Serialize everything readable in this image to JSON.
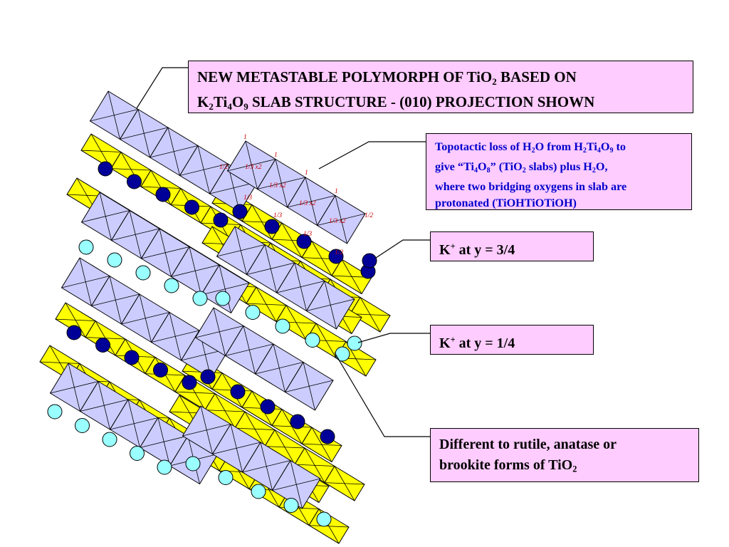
{
  "title_box": {
    "line1": {
      "a": "NEW METASTABLE POLYMORPH OF TiO",
      "s1": "2",
      "b": " BASED ON"
    },
    "line2": {
      "a": "K",
      "s1": "2",
      "b": "Ti",
      "s2": "4",
      "c": "O",
      "s3": "9",
      "d": " SLAB STRUCTURE - (010) PROJECTION SHOWN"
    }
  },
  "topotactic_box": {
    "line1": {
      "a": "Topotactic loss of H",
      "s1": "2",
      "b": "O from H",
      "s2": "2",
      "c": "Ti",
      "s3": "4",
      "d": "O",
      "s4": "9",
      "e": " to"
    },
    "line2": {
      "a": "give “Ti",
      "s1": "4",
      "b": "O",
      "s2": "8",
      "c": "” (TiO",
      "s3": "2",
      "d": " slabs) plus H",
      "s4": "2",
      "e": "O,"
    },
    "line3": "where two bridging oxygens in slab are",
    "line4": "protonated (TiOHTiOTiOH)"
  },
  "k34_box": {
    "a": "K",
    "sup": "+",
    "b": " at y = 3/4"
  },
  "k14_box": {
    "a": "K",
    "sup": "+",
    "b": " at y = 1/4"
  },
  "different_box": {
    "line1": "Different to rutile, anatase or",
    "line2": {
      "a": "brookite forms of TiO",
      "s1": "2"
    }
  },
  "bond_labels": [
    "1",
    "1",
    "1",
    "1",
    "1/2",
    "1/3 x2",
    "1/3 x2",
    "1/3 x2",
    "1/3 x2",
    "1/3",
    "1/3",
    "1/3",
    "1/2",
    "1/2"
  ],
  "colors": {
    "box_fill": "#ffccff",
    "octahedra_lavender": "#ccccff",
    "octahedra_yellow": "#ffff00",
    "k_ion_dark": "#000099",
    "k_ion_cyan": "#99ffff",
    "bond_label": "#cc0000",
    "topotactic_text": "#0000cc"
  }
}
